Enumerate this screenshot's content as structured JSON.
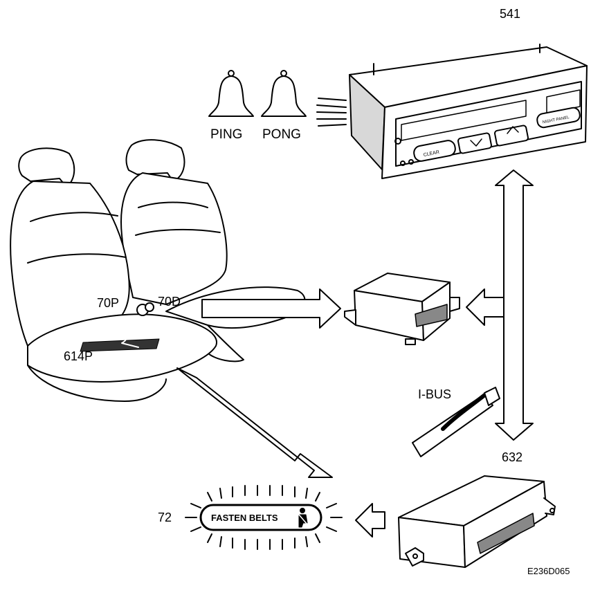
{
  "labels": {
    "display_unit": "541",
    "ping": "PING",
    "pong": "PONG",
    "passenger_sensor": "70P",
    "driver_sensor": "70D",
    "seat_mat": "614P",
    "ibus": "I-BUS",
    "control_unit": "632",
    "warning_lamp": "72",
    "fasten_belts": "FASTEN BELTS",
    "figure_code": "E236D065"
  },
  "display_buttons": {
    "clear": "CLEAR",
    "night_panel": "NIGHT PANEL"
  },
  "icons": [
    "bell-icon",
    "bell-icon",
    "seatbelt-person-icon"
  ]
}
